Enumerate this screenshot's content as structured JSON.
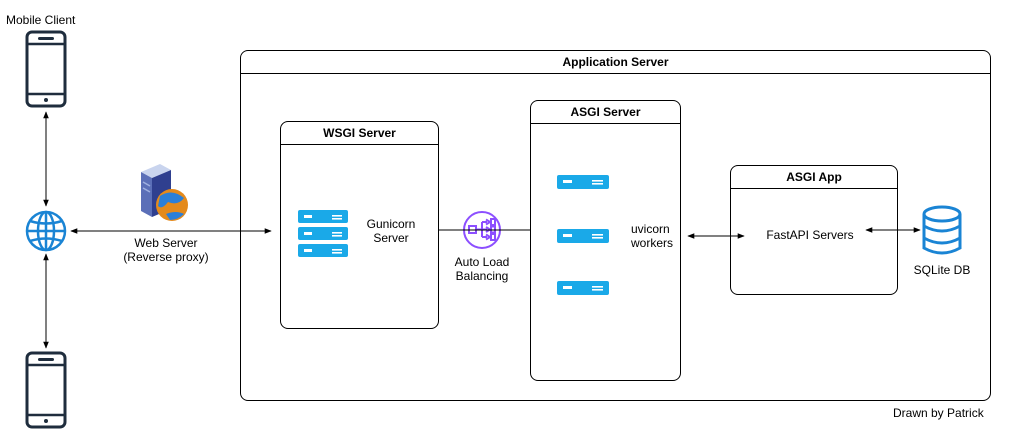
{
  "clients": {
    "top_label": "Mobile Client"
  },
  "web_server": {
    "line1": "Web Server",
    "line2": "(Reverse proxy)"
  },
  "application_server": {
    "title": "Application Server"
  },
  "wsgi_server": {
    "title": "WSGI Server",
    "label_line1": "Gunicorn",
    "label_line2": "Server"
  },
  "load_balancer": {
    "line1": "Auto Load",
    "line2": "Balancing"
  },
  "asgi_server": {
    "title": "ASGI Server",
    "label_line1": "uvicorn",
    "label_line2": "workers"
  },
  "asgi_app": {
    "title": "ASGI App",
    "label": "FastAPI Servers"
  },
  "database": {
    "label": "SQLite DB"
  },
  "credit": "Drawn by Patrick",
  "colors": {
    "server_blue": "#1aa9e8",
    "globe_blue": "#1a84d4",
    "lb_purple": "#8c4fff",
    "line": "#000000"
  }
}
